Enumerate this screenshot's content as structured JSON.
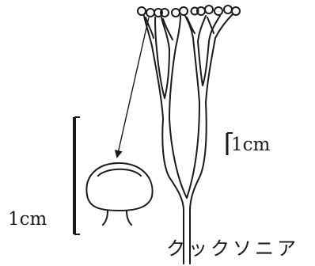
{
  "labels": {
    "scale_small": "1cm",
    "scale_large": "1cm",
    "species_name": "クックソニア"
  }
}
